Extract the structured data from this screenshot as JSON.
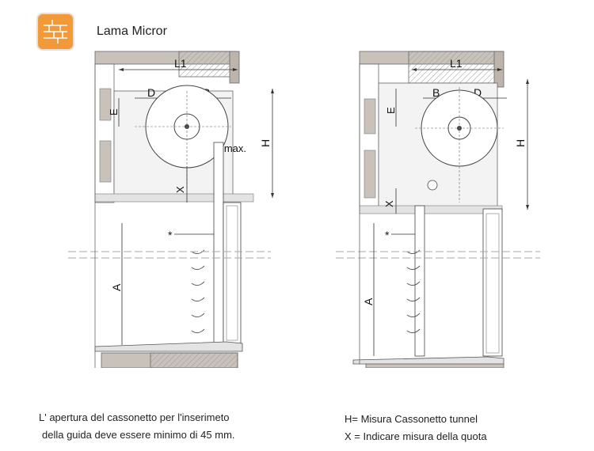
{
  "header": {
    "title": "Lama Micror",
    "icon": "brick-wall-icon",
    "icon_color": "#F29A3A"
  },
  "colors": {
    "wall_fill": "#C9C2BB",
    "hatch": "#9A9A9A",
    "line": "#555555",
    "dim_line": "#333333"
  },
  "diagram_left": {
    "labels": {
      "l1": "L1",
      "d": "D",
      "b": "B",
      "e": "E",
      "h": "H",
      "x": "X",
      "max": "5 max.",
      "star": "*",
      "a": "A"
    }
  },
  "diagram_right": {
    "labels": {
      "l1": "L1",
      "b": "B",
      "d": "D",
      "e": "E",
      "h": "H",
      "x": "X",
      "star": "*",
      "a": "A"
    }
  },
  "captions": {
    "left_line1": "L' apertura del cassonetto per l'inserimeto",
    "left_line2": "della guida deve essere minimo di 45 mm.",
    "right_line1": "H= Misura Cassonetto tunnel",
    "right_line2": "X = Indicare misura della quota"
  }
}
